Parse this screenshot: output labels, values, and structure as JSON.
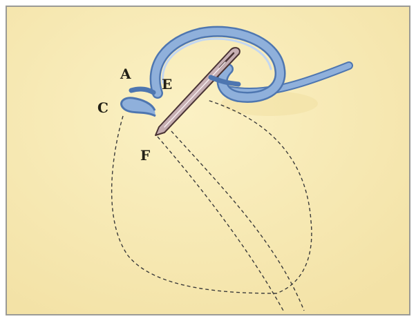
{
  "diagram": {
    "point_labels": {
      "a": "A",
      "c": "C",
      "e": "E",
      "f": "F"
    },
    "colors": {
      "fabric": "#faeebb",
      "frame_border": "#9a9a96",
      "thread": "#7ea2d2",
      "thread_dark": "#4e76b0",
      "thread_light": "#b4cdec",
      "needle": "#c8b4b8",
      "needle_outline": "#4a3434",
      "stitch_outline": "#3a3a3a",
      "label": "#222016"
    }
  }
}
